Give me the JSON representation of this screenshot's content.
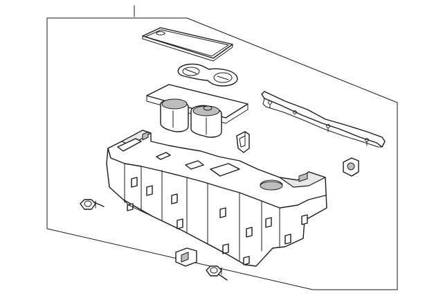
{
  "diagram": {
    "kind": "exploded-parts-view",
    "colors": {
      "line": "#1a1a1a",
      "background": "#ffffff",
      "fill_light": "#e8e8e8",
      "fill_dark": "#bdbdbd"
    },
    "parts": [
      {
        "id": "armrest-lid-pad",
        "icon": "lid-pad-icon"
      },
      {
        "id": "cup-holder-mat",
        "icon": "mat-icon"
      },
      {
        "id": "cup-holder-insert",
        "icon": "cup-holder-icon"
      },
      {
        "id": "trim-rail",
        "icon": "rail-icon"
      },
      {
        "id": "retainer-clip",
        "icon": "clip-icon"
      },
      {
        "id": "grommet",
        "icon": "grommet-icon"
      },
      {
        "id": "console-base",
        "icon": "console-icon"
      },
      {
        "id": "bolt-left",
        "icon": "bolt-icon"
      },
      {
        "id": "bolt-bottom",
        "icon": "bolt-icon"
      },
      {
        "id": "bracket-clip",
        "icon": "bracket-icon"
      }
    ]
  }
}
